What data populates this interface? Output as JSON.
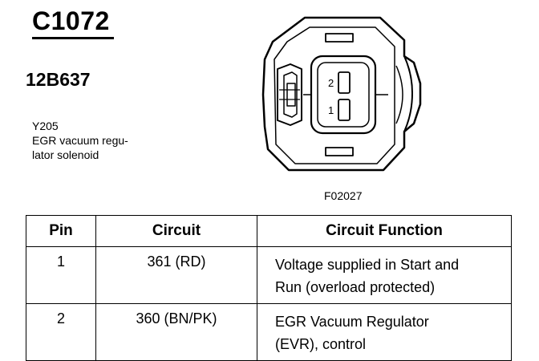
{
  "connector": {
    "id": "C1072",
    "part_number": "12B637",
    "location_code": "Y205",
    "description_line1": "EGR vacuum regu-",
    "description_line2": "lator solenoid"
  },
  "figure": {
    "code": "F02027",
    "pin_labels": [
      "2",
      "1"
    ]
  },
  "table": {
    "headers": [
      "Pin",
      "Circuit",
      "Circuit Function"
    ],
    "rows": [
      {
        "pin": "1",
        "circuit": "361 (RD)",
        "function_line1": "Voltage supplied in Start and",
        "function_line2": "Run (overload protected)"
      },
      {
        "pin": "2",
        "circuit": "360 (BN/PK)",
        "function_line1": "EGR Vacuum Regulator",
        "function_line2": "(EVR), control"
      }
    ]
  }
}
